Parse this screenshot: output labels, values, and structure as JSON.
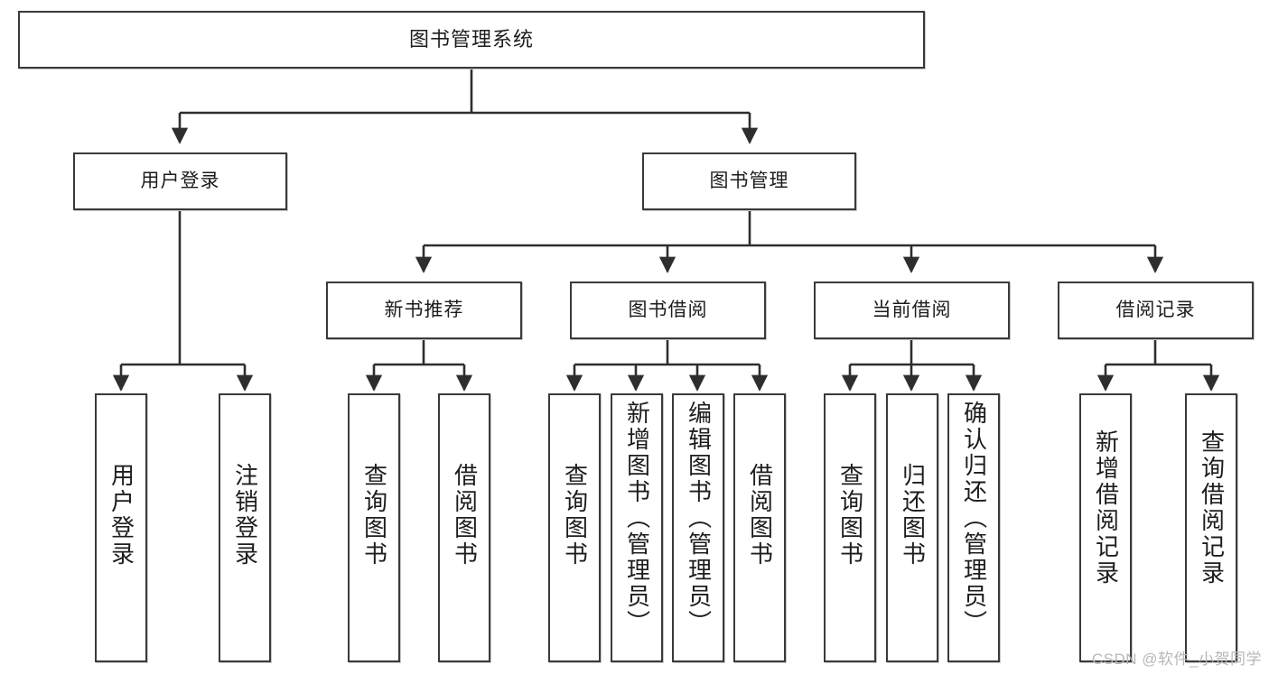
{
  "diagram": {
    "title": "图书管理系统",
    "watermark": "CSDN @软件_小贺同学",
    "colors": {
      "stroke": "#3a3a3a",
      "fill": "#ffffff",
      "text": "#1d1d1d",
      "watermark": "#b8b8b8"
    },
    "levels": {
      "root": {
        "label": "图书管理系统"
      },
      "level2": [
        {
          "label": "用户登录"
        },
        {
          "label": "图书管理"
        }
      ],
      "level3": [
        {
          "label": "新书推荐"
        },
        {
          "label": "图书借阅"
        },
        {
          "label": "当前借阅"
        },
        {
          "label": "借阅记录"
        }
      ],
      "leaves": {
        "user_login": [
          {
            "label": "用户登录"
          },
          {
            "label": "注销登录"
          }
        ],
        "new_book_recommend": [
          {
            "label": "查询图书"
          },
          {
            "label": "借阅图书"
          }
        ],
        "book_borrow": [
          {
            "label": "查询图书"
          },
          {
            "label": "新增图书（管理员）"
          },
          {
            "label": "编辑图书（管理员）"
          },
          {
            "label": "借阅图书"
          }
        ],
        "current_borrow": [
          {
            "label": "查询图书"
          },
          {
            "label": "归还图书"
          },
          {
            "label": "确认归还（管理员）"
          }
        ],
        "borrow_record": [
          {
            "label": "新增借阅记录"
          },
          {
            "label": "查询借阅记录"
          }
        ]
      }
    }
  }
}
